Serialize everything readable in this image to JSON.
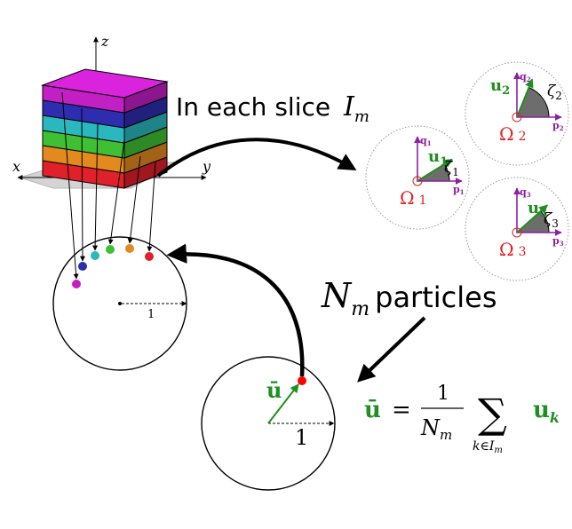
{
  "axes": {
    "x": "x",
    "y": "y",
    "z": "z"
  },
  "slices": {
    "caption_prefix": "In each slice",
    "caption_symbol": "I",
    "caption_subscript": "m",
    "colors": [
      "#c21fc4",
      "#2e2db0",
      "#2ab7bd",
      "#3fbf34",
      "#e38a1f",
      "#e0202b"
    ]
  },
  "particle_circles": [
    {
      "vector": "u",
      "index": "1",
      "p": "p",
      "q": "q",
      "angle": "ζ",
      "region": "Ω",
      "region_index": "1"
    },
    {
      "vector": "u",
      "index": "2",
      "p": "p",
      "q": "q",
      "angle": "ζ",
      "region": "Ω",
      "region_index": "2"
    },
    {
      "vector": "u",
      "index": "3",
      "p": "p",
      "q": "q",
      "angle": "ζ",
      "region": "Ω",
      "region_index": "3"
    }
  ],
  "unit_circle": {
    "radius_label": "1"
  },
  "particles_label": {
    "symbol": "N",
    "subscript": "m",
    "text": "particles"
  },
  "mean_circle": {
    "vector_label": "ū",
    "radius_label": "1"
  },
  "formula": {
    "lhs": "ū",
    "equals": "=",
    "numerator": "1",
    "denominator_symbol": "N",
    "denominator_subscript": "m",
    "sum": "∑",
    "sum_index": "k∈I",
    "sum_index_subscript": "m",
    "term": "u",
    "term_subscript": "k"
  },
  "colors": {
    "vector_green": "#1f8f1f",
    "axis_purple": "#8e1fa3",
    "omega_red": "#e02020",
    "wedge_gray": "#6d6d6d"
  }
}
